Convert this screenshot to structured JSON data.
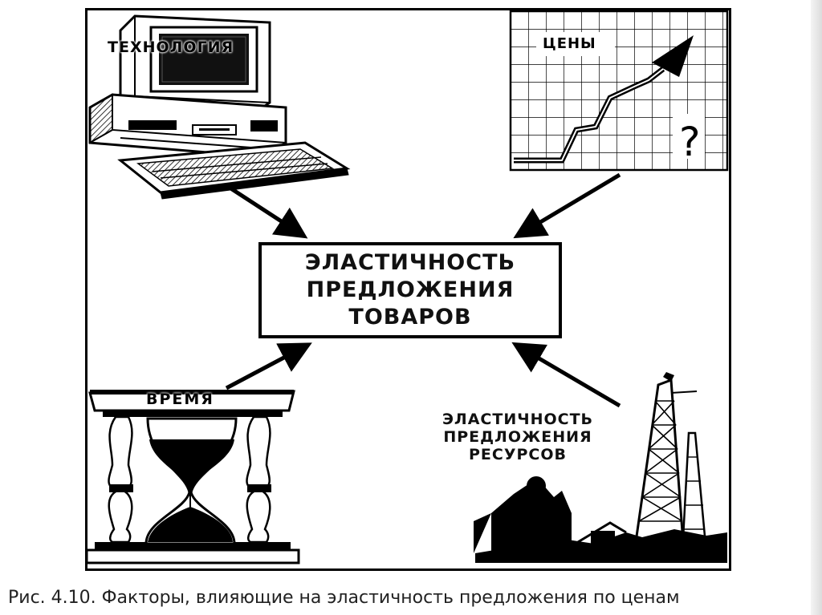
{
  "labels": {
    "technology": "ТЕХНОЛОГИЯ",
    "prices": "ЦЕНЫ",
    "time": "ВРЕМЯ",
    "question_mark": "?"
  },
  "center": {
    "line1": "ЭЛАСТИЧНОСТЬ",
    "line2": "ПРЕДЛОЖЕНИЯ",
    "line3": "ТОВАРОВ"
  },
  "resources": {
    "line1": "ЭЛАСТИЧНОСТЬ",
    "line2": "ПРЕДЛОЖЕНИЯ",
    "line3": "РЕСУРСОВ"
  },
  "caption": "Рис. 4.10. Факторы, влияющие на эластичность предложения по ценам"
}
